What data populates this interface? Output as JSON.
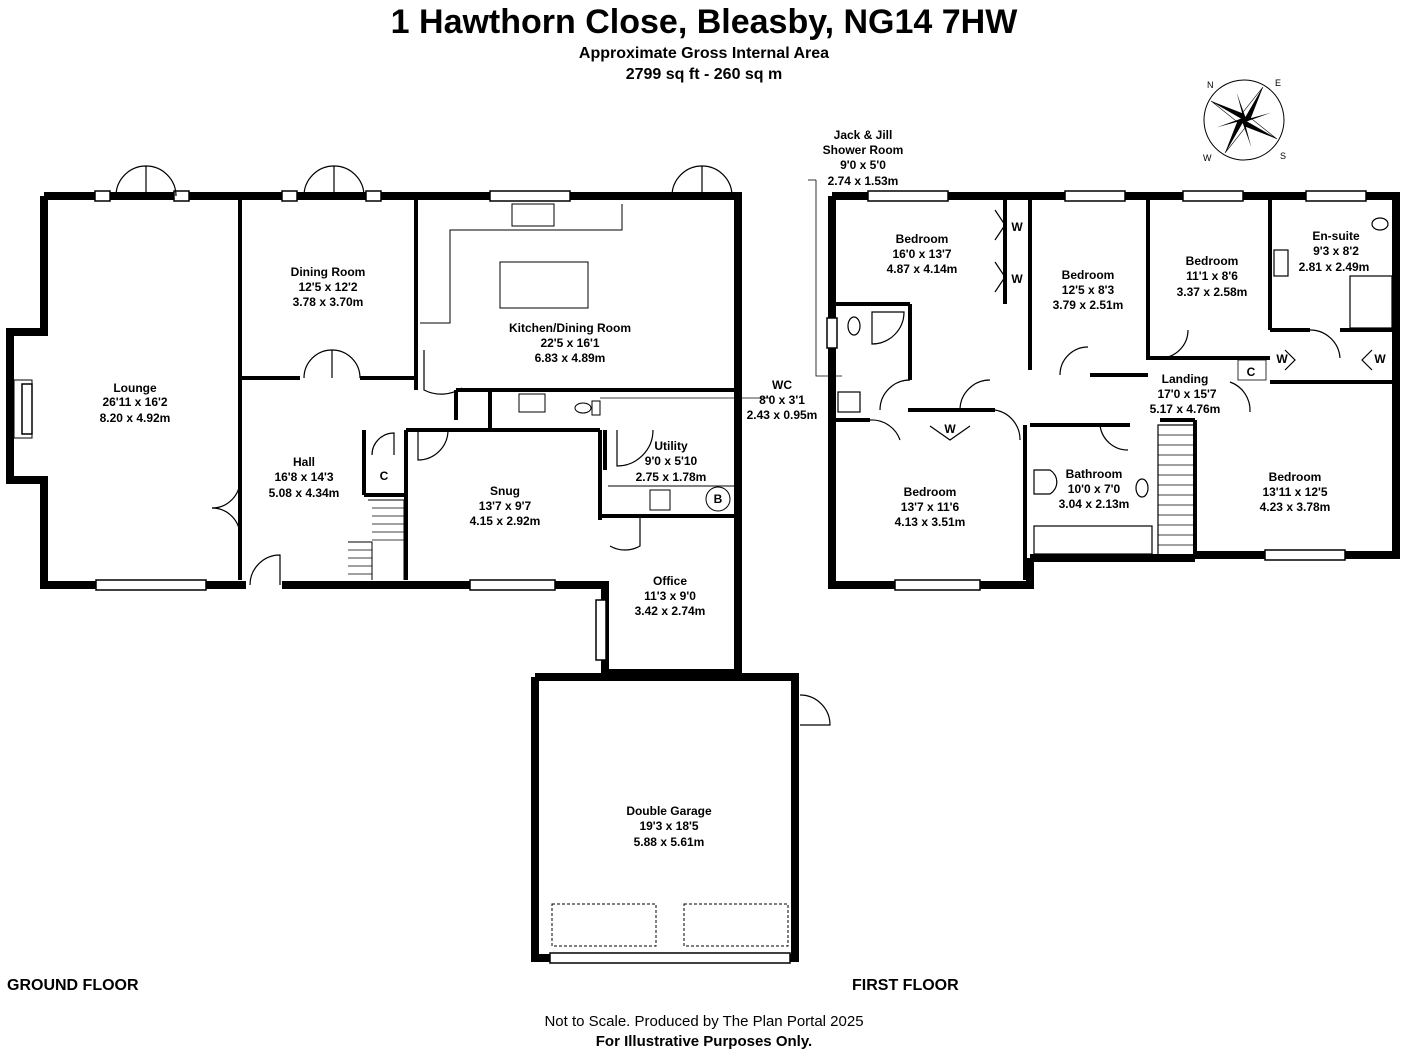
{
  "header": {
    "address": "1 Hawthorn Close, Bleasby, NG14 7HW",
    "area_label": "Approximate Gross Internal Area",
    "area_value": "2799 sq ft - 260 sq m"
  },
  "compass": {
    "labels": [
      "N",
      "E",
      "S",
      "W"
    ]
  },
  "floors": {
    "ground": "GROUND FLOOR",
    "first": "FIRST FLOOR"
  },
  "rooms": {
    "lounge": {
      "name": "Lounge",
      "imperial": "26'11 x 16'2",
      "metric": "8.20 x 4.92m"
    },
    "dining": {
      "name": "Dining Room",
      "imperial": "12'5 x 12'2",
      "metric": "3.78 x 3.70m"
    },
    "kitchen": {
      "name": "Kitchen/Dining Room",
      "imperial": "22'5 x 16'1",
      "metric": "6.83 x 4.89m"
    },
    "wc": {
      "name": "WC",
      "imperial": "8'0 x 3'1",
      "metric": "2.43 x 0.95m"
    },
    "hall": {
      "name": "Hall",
      "imperial": "16'8 x 14'3",
      "metric": "5.08 x 4.34m"
    },
    "snug": {
      "name": "Snug",
      "imperial": "13'7 x 9'7",
      "metric": "4.15 x 2.92m"
    },
    "utility": {
      "name": "Utility",
      "imperial": "9'0 x 5'10",
      "metric": "2.75 x 1.78m"
    },
    "office": {
      "name": "Office",
      "imperial": "11'3 x 9'0",
      "metric": "3.42 x 2.74m"
    },
    "garage": {
      "name": "Double Garage",
      "imperial": "19'3 x 18'5",
      "metric": "5.88 x 5.61m"
    },
    "jackjill": {
      "name1": "Jack & Jill",
      "name2": "Shower Room",
      "imperial": "9'0 x 5'0",
      "metric": "2.74 x 1.53m"
    },
    "bed1": {
      "name": "Bedroom",
      "imperial": "16'0 x 13'7",
      "metric": "4.87 x 4.14m"
    },
    "bed2": {
      "name": "Bedroom",
      "imperial": "12'5 x 8'3",
      "metric": "3.79 x 2.51m"
    },
    "bed3": {
      "name": "Bedroom",
      "imperial": "11'1 x 8'6",
      "metric": "3.37 x 2.58m"
    },
    "ensuite": {
      "name": "En-suite",
      "imperial": "9'3 x 8'2",
      "metric": "2.81 x 2.49m"
    },
    "landing": {
      "name": "Landing",
      "imperial": "17'0 x 15'7",
      "metric": "5.17 x 4.76m"
    },
    "bed4": {
      "name": "Bedroom",
      "imperial": "13'7 x 11'6",
      "metric": "4.13 x 3.51m"
    },
    "bathroom": {
      "name": "Bathroom",
      "imperial": "10'0 x 7'0",
      "metric": "3.04 x 2.13m"
    },
    "bed5": {
      "name": "Bedroom",
      "imperial": "13'11 x 12'5",
      "metric": "4.23 x 3.78m"
    }
  },
  "markers": {
    "cupboard": "C",
    "wardrobe": "W",
    "boiler": "B"
  },
  "footer": {
    "line1": "Not to Scale. Produced by The Plan Portal 2025",
    "line2": "For Illustrative Purposes Only."
  }
}
